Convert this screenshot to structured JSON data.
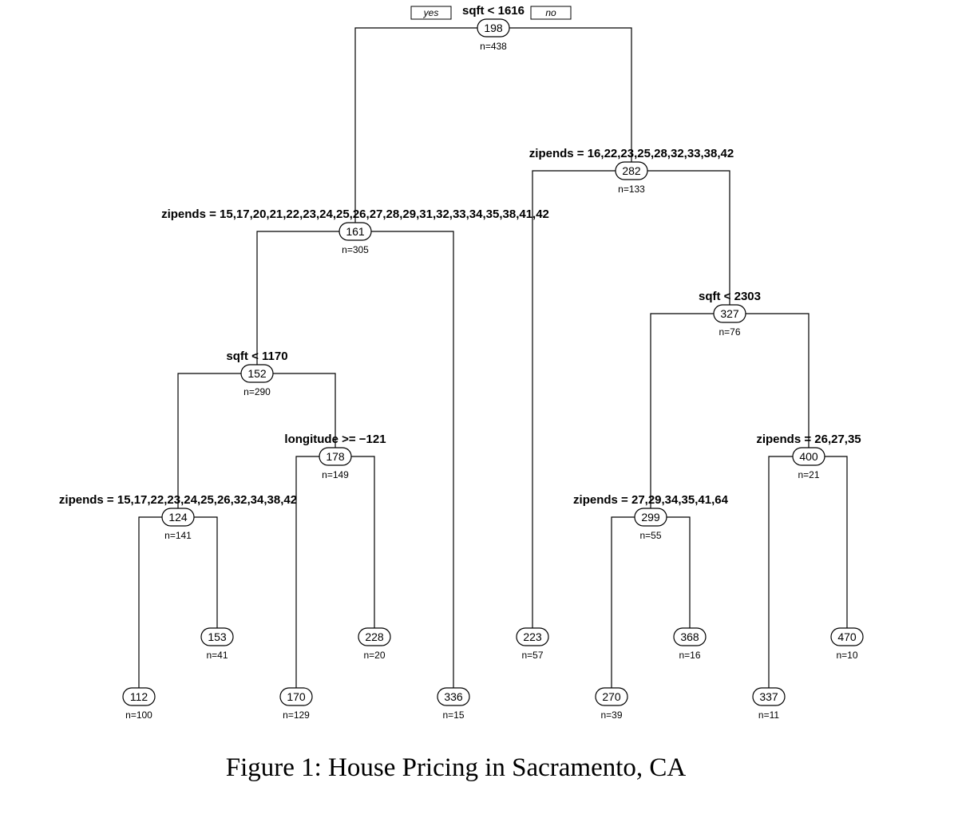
{
  "branch_labels": {
    "yes": "yes",
    "no": "no"
  },
  "caption": "Figure 1: House Pricing in Sacramento, CA",
  "nodes": {
    "root": {
      "split": "sqft < 1616",
      "value": "198",
      "count": "n=438"
    },
    "n161": {
      "split": "zipends = 15,17,20,21,22,23,24,25,26,27,28,29,31,32,33,34,35,38,41,42",
      "value": "161",
      "count": "n=305"
    },
    "n282": {
      "split": "zipends = 16,22,23,25,28,32,33,38,42",
      "value": "282",
      "count": "n=133"
    },
    "n152": {
      "split": "sqft < 1170",
      "value": "152",
      "count": "n=290"
    },
    "n327": {
      "split": "sqft < 2303",
      "value": "327",
      "count": "n=76"
    },
    "n178": {
      "split": "longitude >= −121",
      "value": "178",
      "count": "n=149"
    },
    "n400": {
      "split": "zipends = 26,27,35",
      "value": "400",
      "count": "n=21"
    },
    "n124": {
      "split": "zipends = 15,17,22,23,24,25,26,32,34,38,42",
      "value": "124",
      "count": "n=141"
    },
    "n299": {
      "split": "zipends = 27,29,34,35,41,64",
      "value": "299",
      "count": "n=55"
    },
    "l153": {
      "value": "153",
      "count": "n=41"
    },
    "l228": {
      "value": "228",
      "count": "n=20"
    },
    "l223": {
      "value": "223",
      "count": "n=57"
    },
    "l368": {
      "value": "368",
      "count": "n=16"
    },
    "l470": {
      "value": "470",
      "count": "n=10"
    },
    "l112": {
      "value": "112",
      "count": "n=100"
    },
    "l170": {
      "value": "170",
      "count": "n=129"
    },
    "l336": {
      "value": "336",
      "count": "n=15"
    },
    "l270": {
      "value": "270",
      "count": "n=39"
    },
    "l337": {
      "value": "337",
      "count": "n=11"
    }
  }
}
